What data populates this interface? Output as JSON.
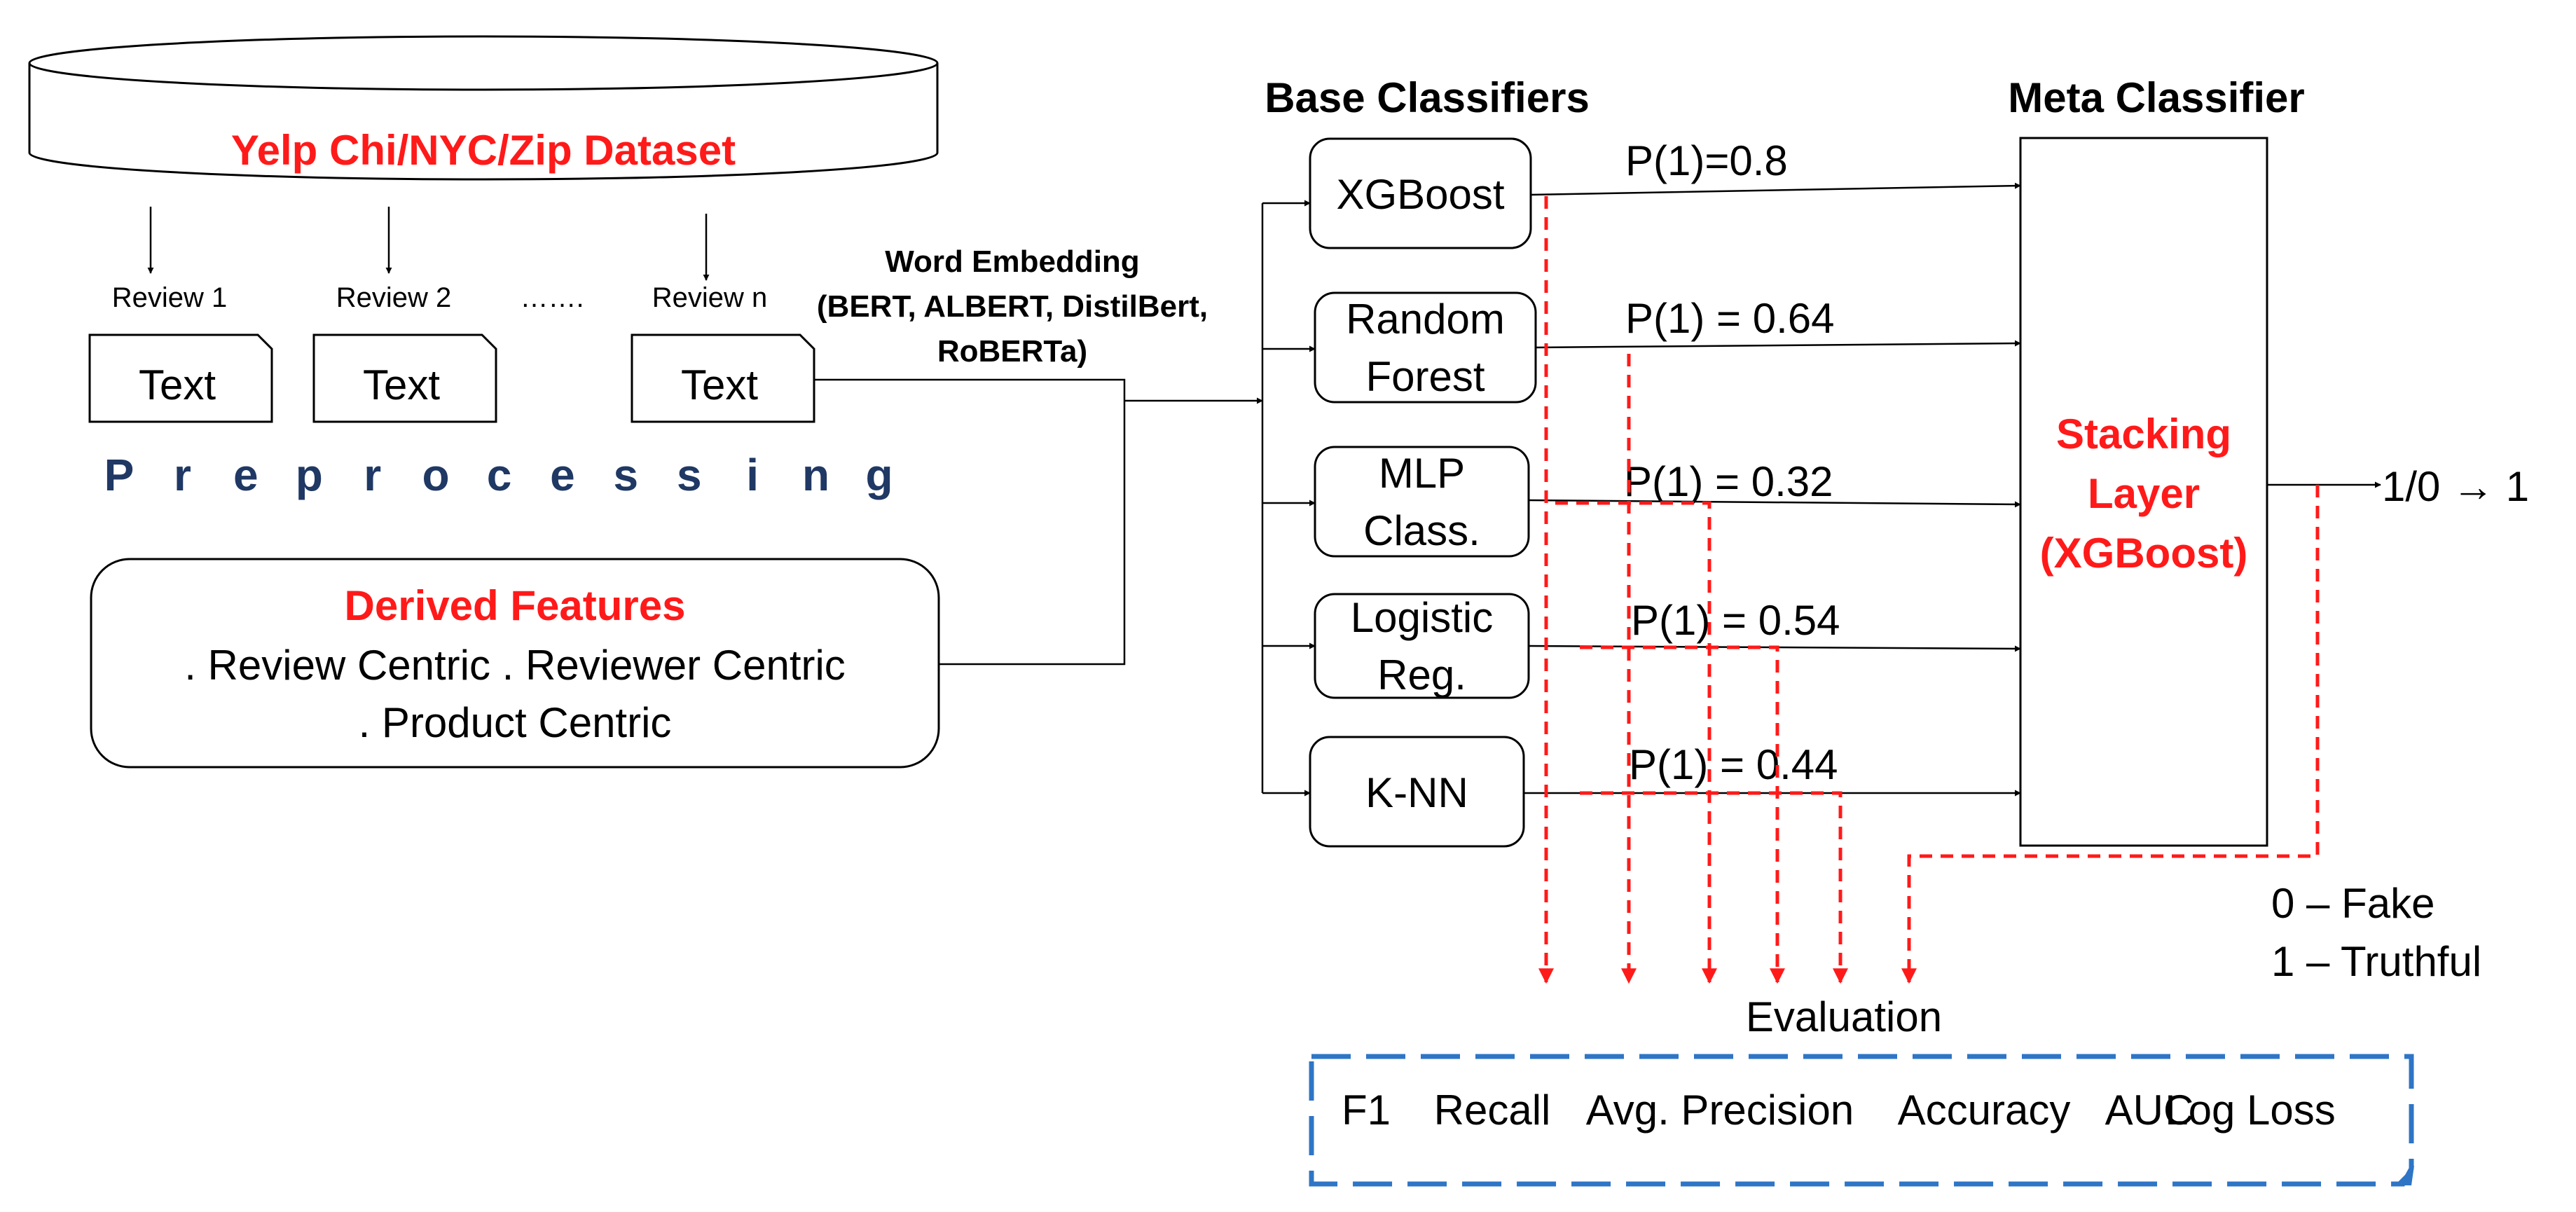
{
  "dataset": {
    "label": "Yelp Chi/NYC/Zip Dataset"
  },
  "reviews": {
    "items": [
      {
        "label": "Review 1",
        "text": "Text"
      },
      {
        "label": "Review 2",
        "text": "Text"
      },
      {
        "label": "Review n",
        "text": "Text"
      }
    ],
    "ellipsis": "……."
  },
  "preprocessing": {
    "letters": [
      "P",
      "r",
      "e",
      "p",
      "r",
      "o",
      "c",
      "e",
      "s",
      "s",
      "i",
      "n",
      "g"
    ]
  },
  "derived_features": {
    "title": "Derived Features",
    "line1": ". Review Centric  . Reviewer Centric",
    "line2": ". Product Centric"
  },
  "word_embedding": {
    "title": "Word Embedding",
    "line1": "(BERT, ALBERT, DistilBert,",
    "line2": "RoBERTa)"
  },
  "base_classifiers": {
    "heading": "Base Classifiers",
    "items": [
      {
        "lines": [
          "XGBoost"
        ],
        "prob": "P(1)=0.8"
      },
      {
        "lines": [
          "Random",
          "Forest"
        ],
        "prob": "P(1) = 0.64"
      },
      {
        "lines": [
          "MLP",
          "Class."
        ],
        "prob": "P(1) = 0.32"
      },
      {
        "lines": [
          "Logistic",
          "Reg."
        ],
        "prob": "P(1) = 0.54"
      },
      {
        "lines": [
          "K-NN"
        ],
        "prob": "P(1) = 0.44"
      }
    ]
  },
  "meta_classifier": {
    "heading": "Meta Classifier",
    "lines": [
      "Stacking",
      "Layer",
      "(XGBoost)"
    ]
  },
  "output": {
    "label": "1/0 → 1",
    "legend_fake": "0 – Fake",
    "legend_truthful": "1 – Truthful"
  },
  "evaluation": {
    "title": "Evaluation",
    "metrics": [
      "F1",
      "Recall",
      "Avg. Precision",
      "Accuracy",
      "AUC",
      "Log Loss"
    ]
  },
  "colors": {
    "red": "#ff1a1a",
    "blue": "#2e75c6",
    "navy": "#1f3864"
  }
}
